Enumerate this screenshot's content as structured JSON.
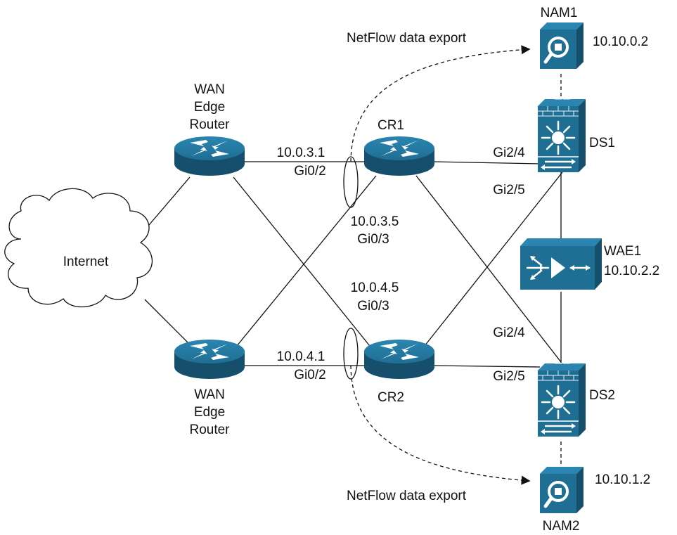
{
  "labels": {
    "netflow_top": "NetFlow data export",
    "netflow_bottom": "NetFlow data export",
    "nam1": "NAM1",
    "nam1_ip": "10.10.0.2",
    "nam2": "NAM2",
    "nam2_ip": "10.10.1.2",
    "wan_top": [
      "WAN",
      "Edge",
      "Router"
    ],
    "wan_bottom": [
      "WAN",
      "Edge",
      "Router"
    ],
    "cr1": "CR1",
    "cr2": "CR2",
    "ds1": "DS1",
    "ds2": "DS2",
    "wae1": "WAE1",
    "wae1_ip": "10.10.2.2",
    "internet": "Internet",
    "cr1_gi02_ip": "10.0.3.1",
    "cr1_gi02": "Gi0/2",
    "cr1_gi03_ip": "10.0.3.5",
    "cr1_gi03": "Gi0/3",
    "cr2_gi03_ip": "10.0.4.5",
    "cr2_gi03": "Gi0/3",
    "cr2_gi02_ip": "10.0.4.1",
    "cr2_gi02": "Gi0/2",
    "ds1_gi24": "Gi2/4",
    "ds1_gi25": "Gi2/5",
    "ds2_gi24": "Gi2/4",
    "ds2_gi25": "Gi2/5"
  },
  "colors": {
    "device": "#1f6e93",
    "device_dark": "#154f6b",
    "device_light": "#2a86b0",
    "line": "#111111"
  },
  "icons": {
    "router": "router-icon",
    "firewall_switch": "firewall-switch-icon",
    "nam": "network-analysis-module-icon",
    "wae": "wan-acceleration-engine-icon",
    "cloud": "cloud-icon"
  }
}
